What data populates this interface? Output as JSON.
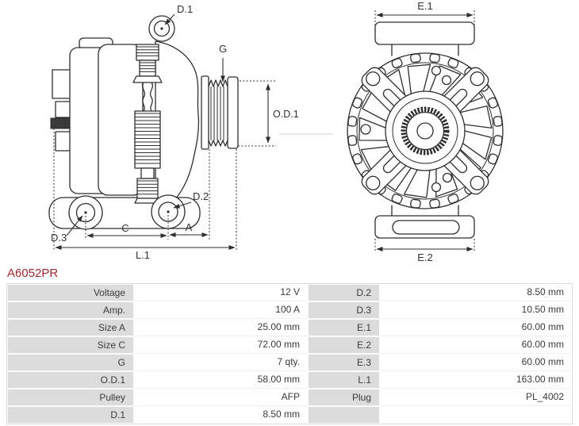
{
  "part_number": "A6052PR",
  "colors": {
    "part_number": "#a3282f",
    "label_bg": "#dcdcdc",
    "table_text": "#3a3a3a",
    "table_border": "#d9d9d9",
    "line": "#2e2e2e"
  },
  "diagram": {
    "side_view": {
      "d1": "D.1",
      "g": "G",
      "od1": "O.D.1",
      "d2": "D.2",
      "d3": "D.3",
      "c": "C",
      "a": "A",
      "l1": "L.1"
    },
    "front_view": {
      "e1": "E.1",
      "e2": "E.2"
    }
  },
  "table": {
    "rows": [
      {
        "left_label": "Voltage",
        "left_value": "12 V",
        "right_label": "D.2",
        "right_value": "8.50 mm"
      },
      {
        "left_label": "Amp.",
        "left_value": "100 A",
        "right_label": "D.3",
        "right_value": "10.50 mm"
      },
      {
        "left_label": "Size A",
        "left_value": "25.00 mm",
        "right_label": "E.1",
        "right_value": "60.00 mm"
      },
      {
        "left_label": "Size C",
        "left_value": "72.00 mm",
        "right_label": "E.2",
        "right_value": "60.00 mm"
      },
      {
        "left_label": "G",
        "left_value": "7 qty.",
        "right_label": "E.3",
        "right_value": "60.00 mm"
      },
      {
        "left_label": "O.D.1",
        "left_value": "58.00 mm",
        "right_label": "L.1",
        "right_value": "163.00 mm"
      },
      {
        "left_label": "Pulley",
        "left_value": "AFP",
        "right_label": "Plug",
        "right_value": "PL_4002"
      },
      {
        "left_label": "D.1",
        "left_value": "8.50 mm",
        "right_label": "",
        "right_value": ""
      }
    ]
  }
}
